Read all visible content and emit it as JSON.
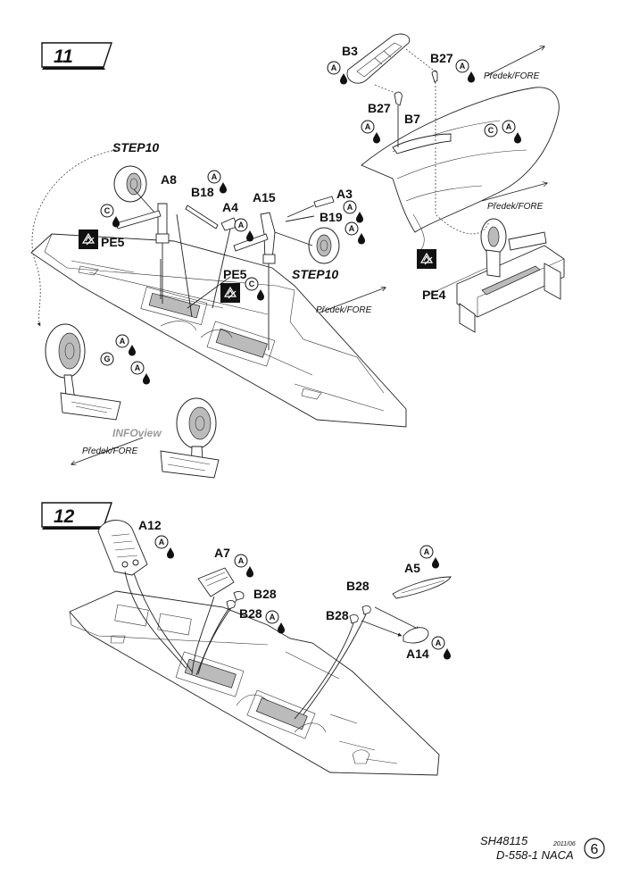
{
  "steps": {
    "step11": {
      "number": "11",
      "labels": {
        "B3": "B3",
        "B27_top": "B27",
        "B27_left": "B27",
        "B7": "B7",
        "A8": "A8",
        "B18": "B18",
        "A15": "A15",
        "A4": "A4",
        "A3": "A3",
        "B19": "B19",
        "PE5_a": "PE5",
        "PE5_b": "PE5",
        "PE4": "PE4",
        "step10_a": "STEP10",
        "step10_b": "STEP10",
        "fore_1": "Předek/FORE",
        "fore_2": "Předek/FORE",
        "fore_3": "Předek/FORE",
        "fore_4": "Předek/FORE",
        "infoview": "INFOview"
      }
    },
    "step12": {
      "number": "12",
      "labels": {
        "A12": "A12",
        "A7": "A7",
        "B28_a": "B28",
        "B28_b": "B28",
        "B28_c": "B28",
        "B28_d": "B28",
        "A5": "A5",
        "A14": "A14"
      }
    }
  },
  "paint_codes": {
    "A": "A",
    "C": "C",
    "G": "G"
  },
  "footer": {
    "kit_code": "SH48115",
    "date": "2011/06",
    "model": "D-558-1 NACA",
    "page": "6"
  },
  "icons": [
    "glue-drop-icon",
    "photo-etch-icon",
    "paint-code-circle-icon",
    "fore-arrow-icon"
  ]
}
